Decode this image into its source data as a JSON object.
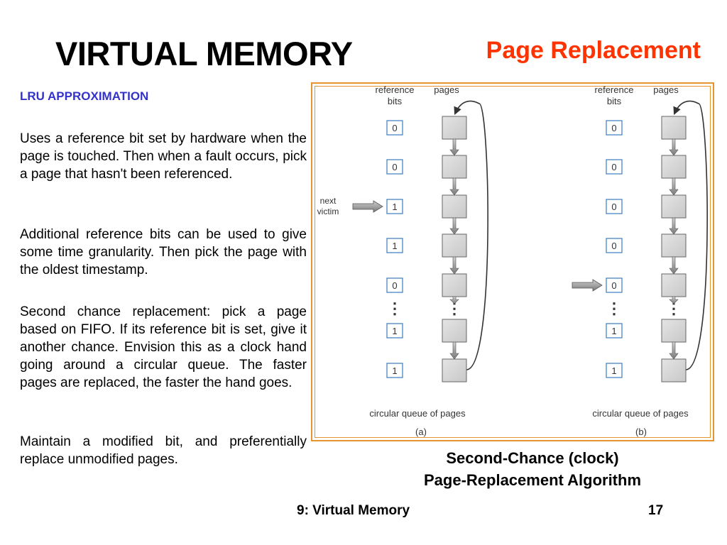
{
  "header": {
    "title": "VIRTUAL MEMORY",
    "subtitle": "Page Replacement"
  },
  "content": {
    "heading": "LRU APPROXIMATION",
    "paragraphs": [
      "Uses a reference bit set by hardware when the page is touched. Then when a fault occurs, pick a page that hasn't been referenced.",
      "Additional reference bits can be used to give some time granularity. Then pick the page with the oldest timestamp.",
      "Second chance replacement: pick a page based on FIFO. If its reference bit is set, give it another chance. Envision this as a clock hand going around a circular queue. The faster pages are replaced, the faster the hand goes.",
      "Maintain a modified bit, and preferentially replace unmodified pages."
    ]
  },
  "figure": {
    "label_reference": "reference",
    "label_bits": "bits",
    "label_pages": "pages",
    "label_next": "next",
    "label_victim": "victim",
    "label_queue": "circular queue of pages",
    "label_ellipsis": "⋮",
    "panel_a": {
      "label": "(a)",
      "bits": [
        "0",
        "0",
        "1",
        "1",
        "0",
        "1",
        "1"
      ]
    },
    "panel_b": {
      "label": "(b)",
      "bits": [
        "0",
        "0",
        "0",
        "0",
        "0",
        "1",
        "1"
      ]
    },
    "caption_line1": "Second-Chance (clock)",
    "caption_line2": "Page-Replacement Algorithm"
  },
  "footer": {
    "title": "9: Virtual Memory",
    "page_number": "17"
  },
  "colors": {
    "title": "#000000",
    "subtitle": "#ff3300",
    "heading": "#3333cc",
    "figure_border": "#e6942f",
    "bit_box_border": "#3a7bbf"
  }
}
